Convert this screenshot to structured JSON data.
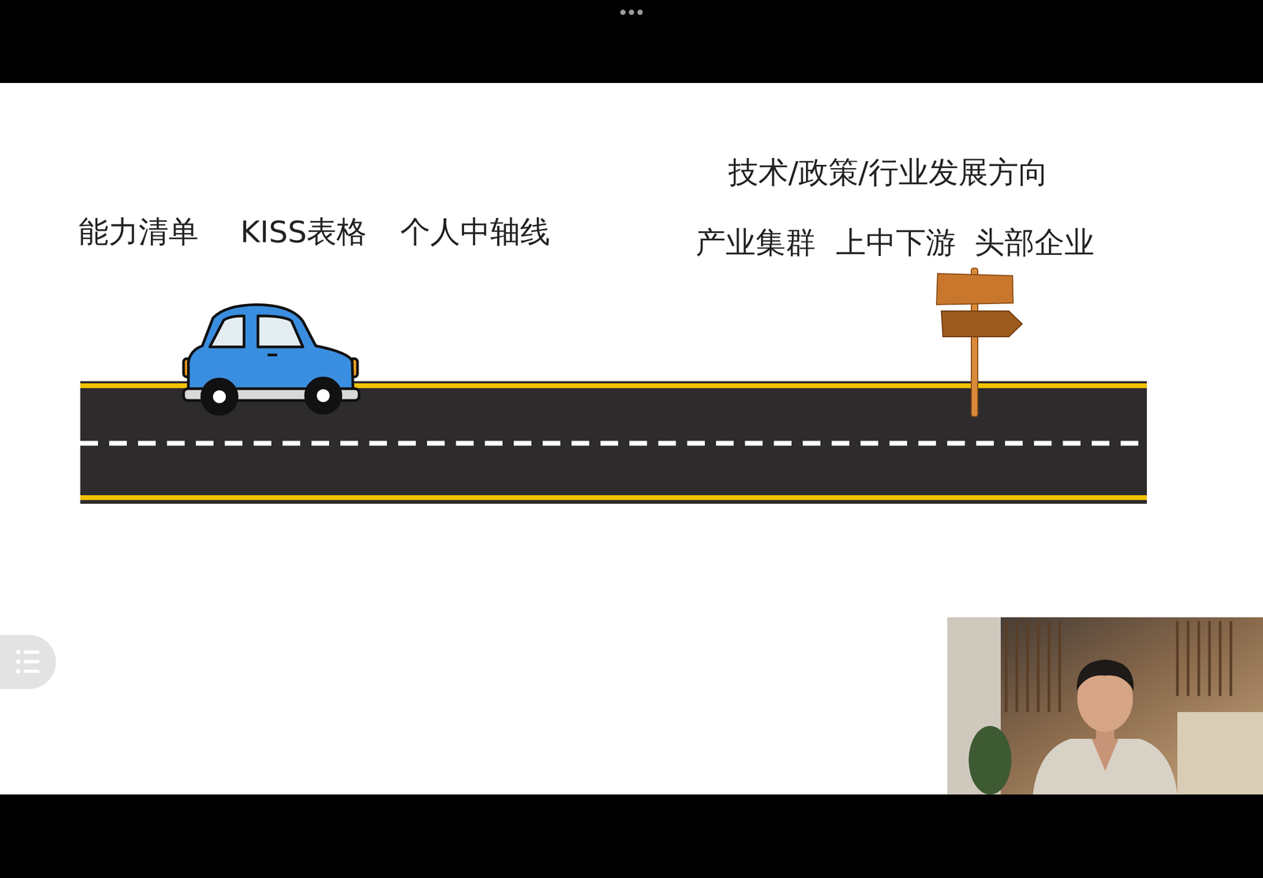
{
  "diagram": {
    "labels": [
      "能力清单",
      "KISS表格",
      "个人中轴线",
      "技术/政策/行业发展方向",
      "产业集群",
      "上中下游",
      "头部企业"
    ]
  }
}
